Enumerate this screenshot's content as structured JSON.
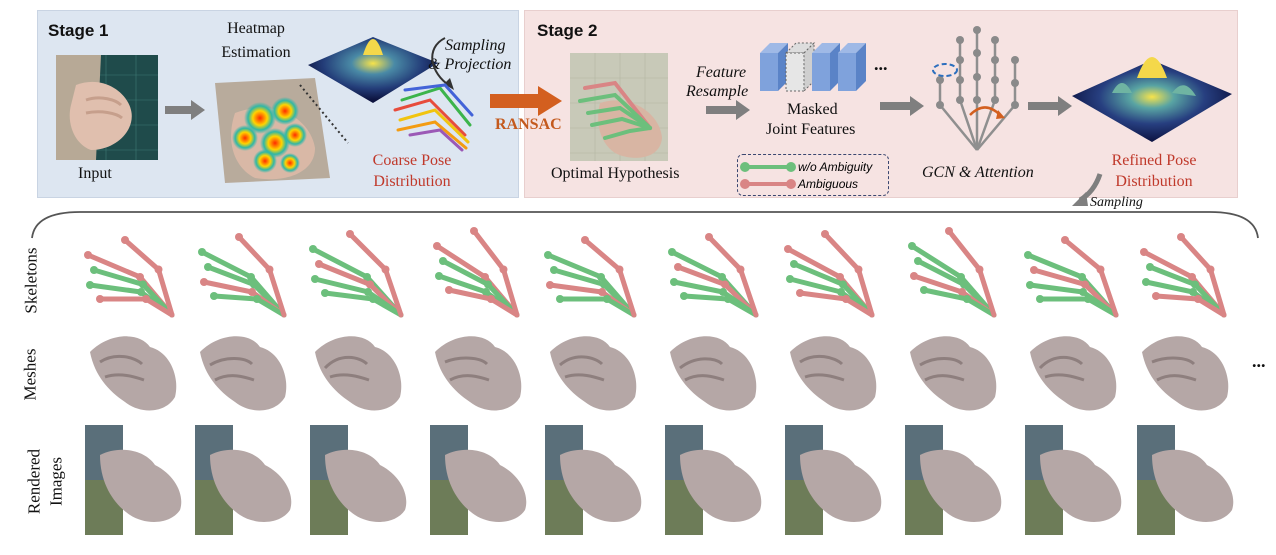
{
  "stage1": {
    "title": "Stage 1",
    "input_label": "Input",
    "heatmap_label_1": "Heatmap",
    "heatmap_label_2": "Estimation",
    "sampling_label_1": "Sampling",
    "sampling_label_2": "& Projection",
    "coarse_label_1": "Coarse Pose",
    "coarse_label_2": "Distribution"
  },
  "ransac_label": "RANSAC",
  "stage2": {
    "title": "Stage 2",
    "optimal_label": "Optimal Hypothesis",
    "feature_label_1": "Feature",
    "feature_label_2": "Resample",
    "masked_label_1": "Masked",
    "masked_label_2": "Joint Features",
    "ellipsis": "...",
    "gcn_label": "GCN & Attention",
    "refined_label_1": "Refined Pose",
    "refined_label_2": "Distribution",
    "legend": {
      "green": "w/o Ambiguity",
      "red": "Ambiguous"
    }
  },
  "sampling_bottom": "Sampling",
  "rows": {
    "skeletons": "Skeletons",
    "meshes": "Meshes",
    "rendered_1": "Rendered",
    "rendered_2": "Images"
  },
  "trailing_ellipsis": "...",
  "colors": {
    "green": "#6cbf7c",
    "red": "#d98585",
    "stage1_bg": "#dde6f1",
    "stage2_bg": "#f6e3e2",
    "arrow_orange": "#d35f1f",
    "label_red": "#c0392b",
    "hand": "#b5a7a6"
  },
  "samples": [
    1,
    2,
    3,
    4,
    5,
    6,
    7,
    8,
    9,
    10
  ]
}
